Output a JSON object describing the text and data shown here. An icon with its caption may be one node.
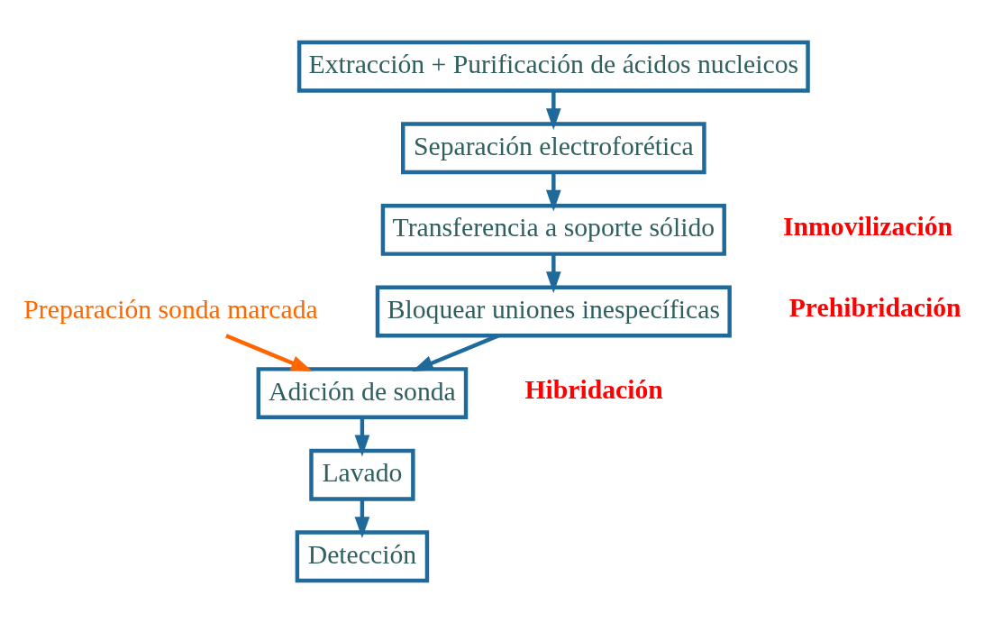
{
  "diagram": {
    "nodes": [
      {
        "text": [
          "Extracción + Purificación de ácidos nucleicos"
        ]
      },
      {
        "text": [
          "Separación electroforética"
        ]
      },
      {
        "text": [
          "Transferencia a soporte sólido"
        ],
        "beside": [
          "Inmovilización"
        ]
      },
      {
        "text": [
          "Bloquear uniones inespecíficas"
        ],
        "beside": [
          "Prehibridación"
        ]
      },
      {
        "text": [
          "Adición de sonda"
        ],
        "beside": [
          "Hibridación"
        ]
      },
      {
        "text": [
          "Lavado"
        ]
      },
      {
        "text": [
          "Detección"
        ]
      },
      {
        "text": [
          "Preparación sonda marcada"
        ]
      }
    ],
    "edges": [
      {
        "from": 0,
        "to": 1,
        "arrow": "to"
      },
      {
        "from": 1,
        "to": 2,
        "arrow": "to"
      },
      {
        "from": 2,
        "to": 3,
        "arrow": "to"
      },
      {
        "from": 3,
        "to": 4,
        "arrow": "to"
      },
      {
        "from": 4,
        "to": 5,
        "arrow": "to"
      },
      {
        "from": 5,
        "to": 6,
        "arrow": "to"
      },
      {
        "from": 7,
        "to": 4,
        "arrow": "to",
        "color": "#ff6600"
      }
    ]
  }
}
